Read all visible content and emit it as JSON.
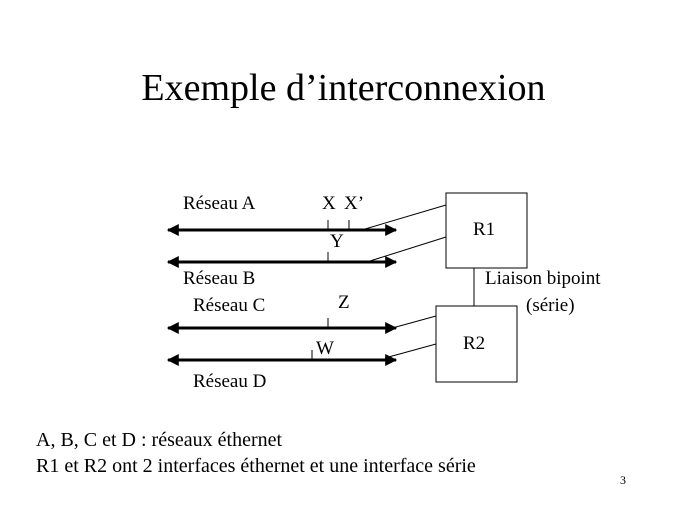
{
  "title": "Exemple d’interconnexion",
  "diagram": {
    "networks": [
      "Réseau A",
      "Réseau B",
      "Réseau C",
      "Réseau D"
    ],
    "interfaces": {
      "x": "X",
      "xp": "X’",
      "y": "Y",
      "z": "Z",
      "w": "W"
    },
    "routers": [
      "R1",
      "R2"
    ],
    "link_label_1": "Liaison bipoint",
    "link_label_2": "(série)"
  },
  "notes": [
    "A, B, C et D : réseaux éthernet",
    "R1 et R2 ont 2 interfaces éthernet et une interface série"
  ],
  "page_number": "3"
}
